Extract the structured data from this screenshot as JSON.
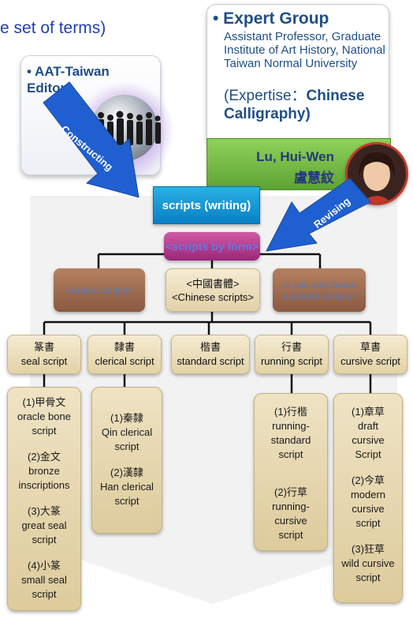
{
  "caption": "e set of terms)",
  "aat": {
    "title": "• AAT-Taiwan Editors"
  },
  "expert": {
    "title": "• Expert Group",
    "body": "Assistant Professor, Graduate Institute of Art History, National Taiwan Normal University",
    "exp_prefix": "(Expertise：",
    "exp_bold": "Chinese Calligraphy)"
  },
  "person": {
    "name": "Lu, Hui-Wen",
    "name_cn": "盧慧紋"
  },
  "arrows": {
    "constructing": "Constructing",
    "revising": "Revising"
  },
  "tree": {
    "root": "scripts (writing)",
    "mid": "<scripts by form>",
    "level3": [
      "<Arabic scripts>",
      "<中國書體>\n<Chinese scripts>",
      "<Latin and Greek alphabet scripts>"
    ],
    "categories": [
      {
        "cn": "篆書",
        "en": "seal script"
      },
      {
        "cn": "隸書",
        "en": "clerical script"
      },
      {
        "cn": "楷書",
        "en": "standard script"
      },
      {
        "cn": "行書",
        "en": "running script"
      },
      {
        "cn": "草書",
        "en": "cursive script"
      }
    ],
    "lists": [
      [
        "(1)甲骨文\noracle bone\nscript",
        "(2)金文\nbronze\ninscriptions",
        "(3)大篆\ngreat seal\nscript",
        "(4)小篆\nsmall seal\nscript"
      ],
      [
        "(1)秦隸\nQin clerical\nscript",
        "(2)漢隸\nHan clerical\nscript"
      ],
      [
        "(1)行楷\nrunning-\nstandard\nscript",
        "(2)行草\nrunning-\ncursive\nscript"
      ],
      [
        "(1)章草\ndraft\ncursive\nScript",
        "(2)今草\nmodern\ncursive\nscript",
        "(3)狂草\nwild cursive\nscript"
      ]
    ]
  }
}
